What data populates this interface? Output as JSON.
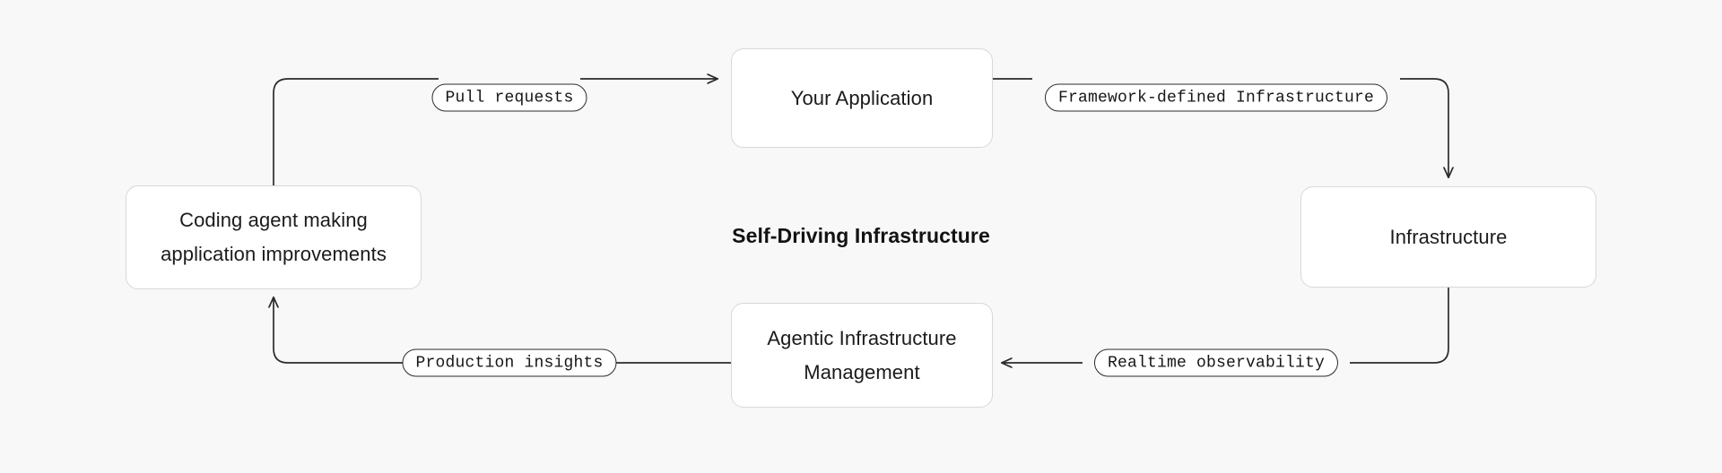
{
  "diagram": {
    "title": "Self-Driving Infrastructure",
    "background_color": "#f8f8f8",
    "node_fill_color": "#ffffff",
    "node_border_color": "#d8d8d8",
    "edge_stroke_color": "#2b2b2b",
    "label_border_color": "#2b2b2b",
    "text_color": "#1b1b1b"
  },
  "nodes": [
    {
      "id": "coding-agent",
      "label": "Coding agent making\napplication improvements"
    },
    {
      "id": "your-application",
      "label": "Your Application"
    },
    {
      "id": "infrastructure",
      "label": "Infrastructure"
    },
    {
      "id": "agentic-management",
      "label": "Agentic Infrastructure\nManagement"
    }
  ],
  "edges": [
    {
      "id": "pull-requests",
      "label": "Pull requests",
      "from": "coding-agent",
      "to": "your-application",
      "arrow": "right"
    },
    {
      "id": "framework-defined",
      "label": "Framework-defined Infrastructure",
      "from": "your-application",
      "to": "infrastructure",
      "arrow": "down"
    },
    {
      "id": "realtime-observability",
      "label": "Realtime observability",
      "from": "infrastructure",
      "to": "agentic-management",
      "arrow": "left"
    },
    {
      "id": "production-insights",
      "label": "Production insights",
      "from": "agentic-management",
      "to": "coding-agent",
      "arrow": "up"
    }
  ]
}
